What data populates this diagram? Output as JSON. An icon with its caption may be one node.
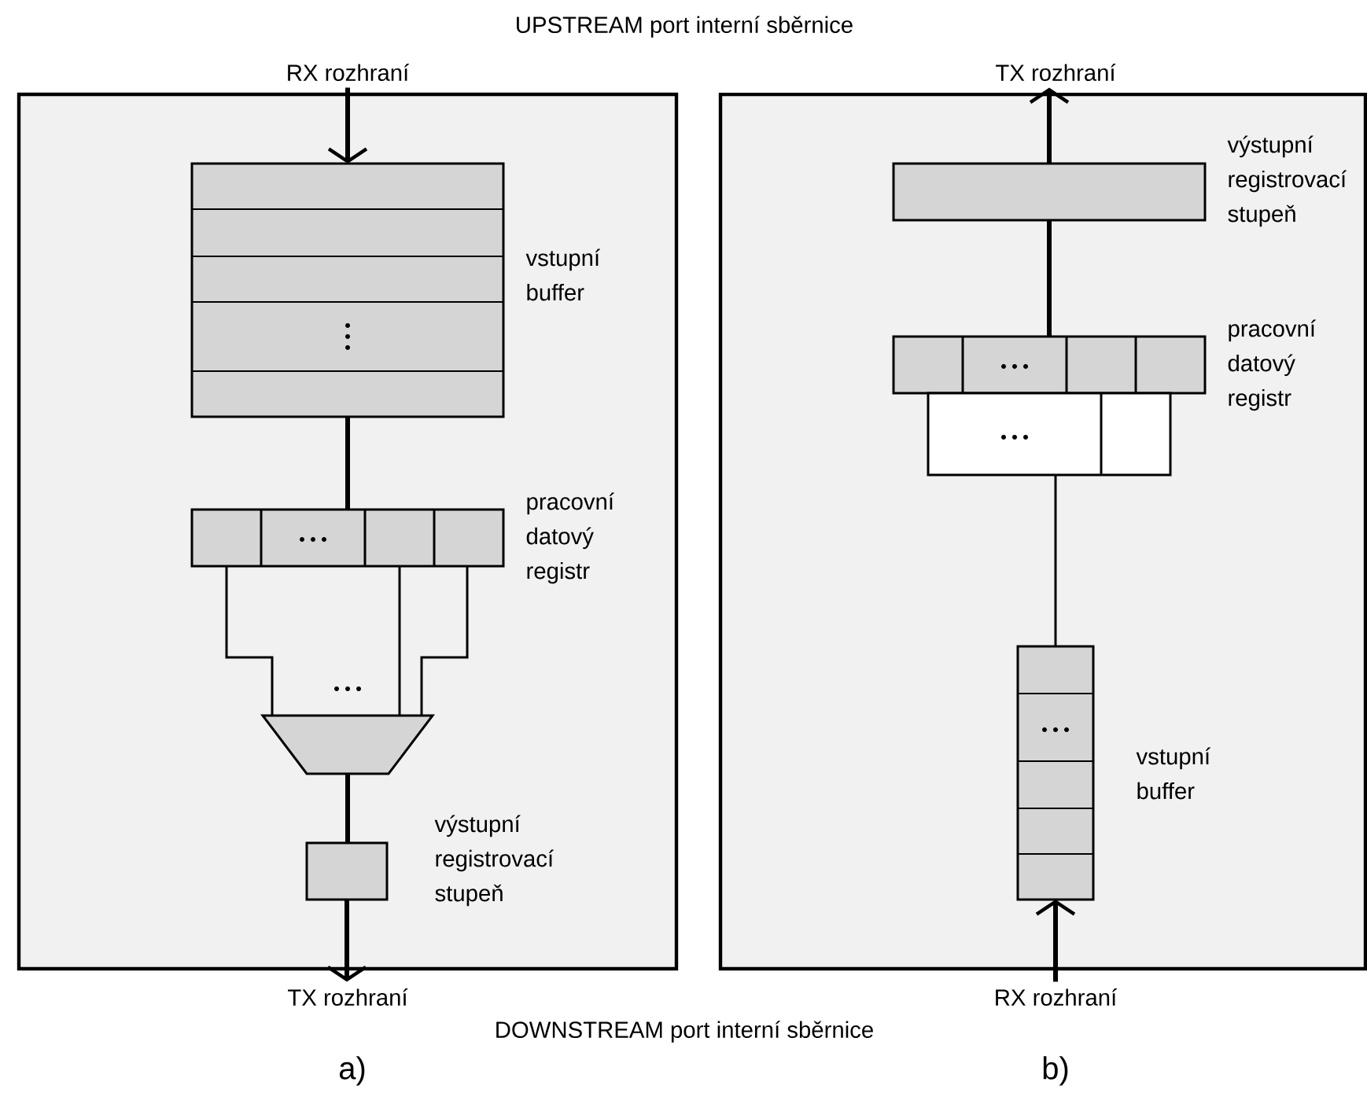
{
  "diagram": {
    "nodes": [
      {
        "text": [],
        "shape": "box"
      },
      {
        "text": [
          "RX rozhraní"
        ]
      },
      {
        "text": [],
        "shape": "box",
        "in": 0,
        "beside": [
          "vstupní buffer"
        ]
      },
      {
        "text": [],
        "shape": "box",
        "in": 0,
        "beside": [
          "pracovní datový registr"
        ]
      },
      {
        "text": [],
        "shape": "trapezoid",
        "in": 0
      },
      {
        "text": [],
        "shape": "box",
        "in": 0,
        "beside": [
          "výstupní registrovací stupeň"
        ]
      },
      {
        "text": [
          "TX rozhraní"
        ]
      },
      {
        "text": [],
        "shape": "box"
      },
      {
        "text": [
          "TX rozhraní"
        ]
      },
      {
        "text": [],
        "shape": "box",
        "in": 7,
        "beside": [
          "výstupní registrovací stupeň"
        ]
      },
      {
        "text": [],
        "shape": "box",
        "in": 7,
        "beside": [
          "pracovní datový registr"
        ]
      },
      {
        "text": [],
        "shape": "box",
        "in": 7
      },
      {
        "text": [],
        "shape": "box",
        "in": 7,
        "beside": [
          "vstupní buffer"
        ]
      },
      {
        "text": [
          "RX rozhraní"
        ]
      }
    ],
    "edges": [
      {
        "from": 1,
        "to": 2,
        "arrow": "to"
      },
      {
        "from": 2,
        "to": 3,
        "arrow": "none"
      },
      {
        "from": 3,
        "to": 4,
        "arrow": "none"
      },
      {
        "from": 3,
        "to": 4,
        "arrow": "none"
      },
      {
        "from": 3,
        "to": 4,
        "arrow": "none"
      },
      {
        "from": 4,
        "to": 5,
        "arrow": "none"
      },
      {
        "from": 5,
        "to": 6,
        "arrow": "to"
      },
      {
        "from": 13,
        "to": 12,
        "arrow": "to"
      },
      {
        "from": 12,
        "to": 11,
        "arrow": "none"
      },
      {
        "from": 10,
        "to": 9,
        "arrow": "none"
      },
      {
        "from": 9,
        "to": 8,
        "arrow": "to"
      }
    ],
    "labels": [
      "UPSTREAM port interní sběrnice",
      "DOWNSTREAM port interní sběrnice",
      "a)",
      "b)"
    ]
  }
}
